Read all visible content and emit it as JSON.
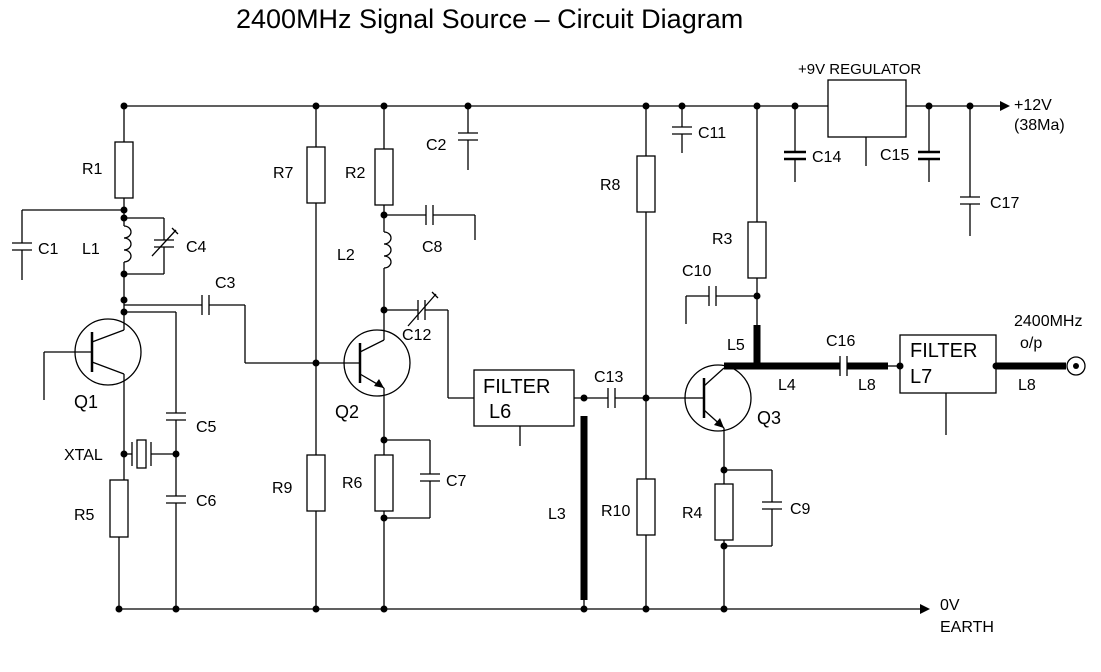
{
  "title": "2400MHz Signal Source – Circuit Diagram",
  "labels": {
    "regulator": "+9V REGULATOR",
    "supply": "+12V",
    "supply_current": "(38Ma)",
    "output": "2400MHz",
    "output_sub": "o/p",
    "earth_v": "0V",
    "earth": "EARTH",
    "xtal": "XTAL",
    "filter1": "FILTER",
    "filter1_id": "L6",
    "filter2": "FILTER",
    "filter2_id": "L7"
  },
  "resistors": {
    "r1": "R1",
    "r2": "R2",
    "r3": "R3",
    "r4": "R4",
    "r5": "R5",
    "r6": "R6",
    "r7": "R7",
    "r8": "R8",
    "r9": "R9",
    "r10": "R10"
  },
  "capacitors": {
    "c1": "C1",
    "c2": "C2",
    "c3": "C3",
    "c4": "C4",
    "c5": "C5",
    "c6": "C6",
    "c7": "C7",
    "c8": "C8",
    "c9": "C9",
    "c10": "C10",
    "c11": "C11",
    "c12": "C12",
    "c13": "C13",
    "c14": "C14",
    "c15": "C15",
    "c16": "C16",
    "c17": "C17"
  },
  "inductors": {
    "l1": "L1",
    "l2": "L2",
    "l3": "L3",
    "l4": "L4",
    "l5": "L5",
    "l8a": "L8",
    "l8b": "L8"
  },
  "transistors": {
    "q1": "Q1",
    "q2": "Q2",
    "q3": "Q3"
  }
}
